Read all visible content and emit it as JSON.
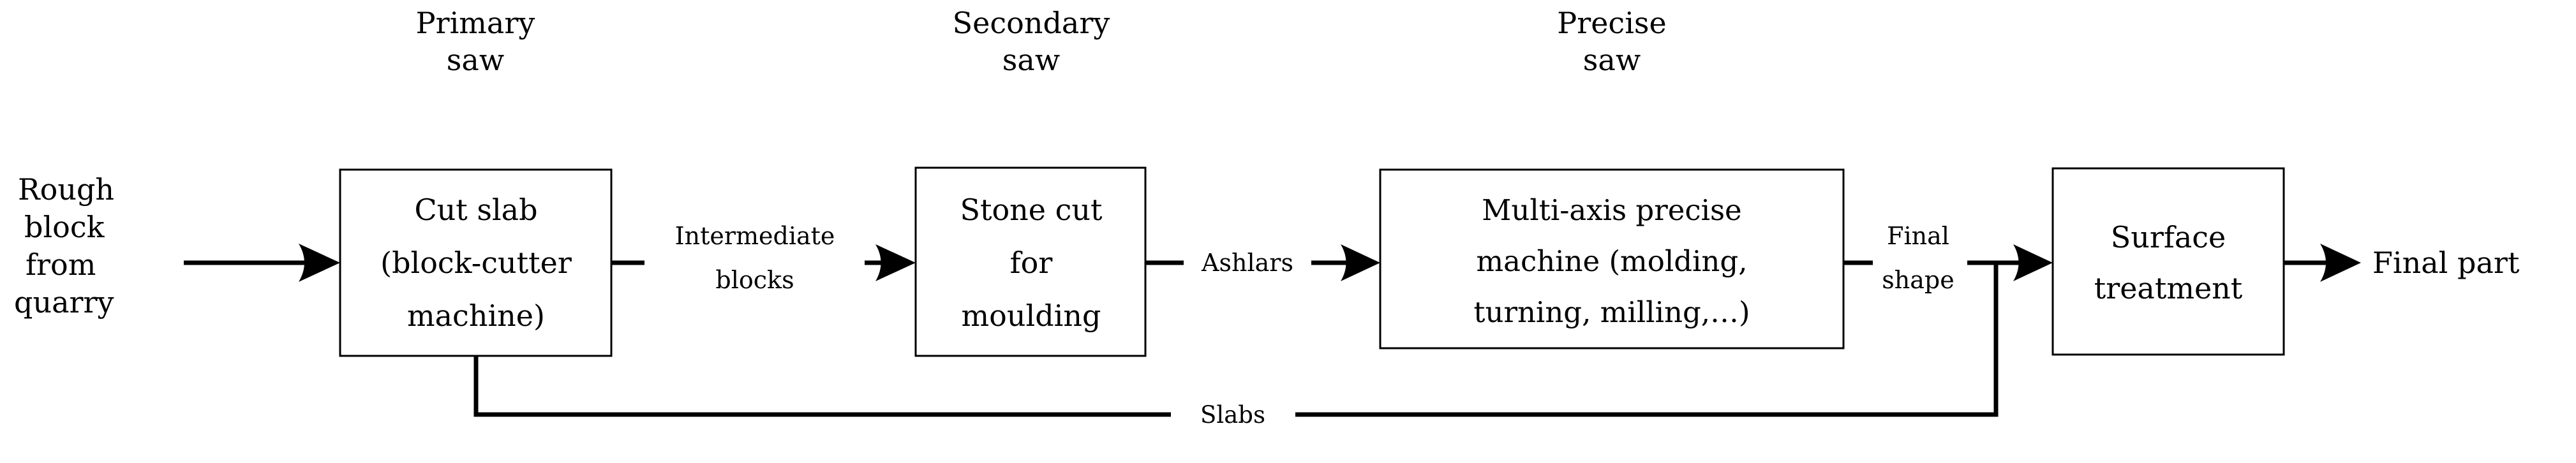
{
  "diagram": {
    "title": "Stone processing chain flowchart",
    "background_color": "#ffffff",
    "line_color": "#000000",
    "stage_headers": [
      {
        "line1": "Primary",
        "line2": "saw"
      },
      {
        "line1": "Secondary",
        "line2": "saw"
      },
      {
        "line1": "Precise",
        "line2": "saw"
      }
    ],
    "input": {
      "lines": [
        "Rough",
        "block",
        "from",
        "quarry"
      ]
    },
    "output": {
      "label": "Final part"
    },
    "nodes": [
      {
        "id": "cut-slab",
        "lines": [
          "Cut slab",
          "(block-cutter",
          "machine)"
        ]
      },
      {
        "id": "stone-cut",
        "lines": [
          "Stone cut",
          "for",
          "moulding"
        ]
      },
      {
        "id": "precise-machine",
        "lines": [
          "Multi-axis precise",
          "machine (molding,",
          "turning, milling,…)"
        ]
      },
      {
        "id": "surface-treatment",
        "lines": [
          "Surface",
          "treatment"
        ]
      }
    ],
    "edges": [
      {
        "id": "edge-intermediate-blocks",
        "from": "cut-slab",
        "to": "stone-cut",
        "lines": [
          "Intermediate",
          "blocks"
        ]
      },
      {
        "id": "edge-ashlars",
        "from": "stone-cut",
        "to": "precise-machine",
        "lines": [
          "Ashlars"
        ]
      },
      {
        "id": "edge-final-shape",
        "from": "precise-machine",
        "to": "surface-treatment",
        "lines": [
          "Final",
          "shape"
        ]
      },
      {
        "id": "edge-slabs",
        "from": "cut-slab",
        "to": "surface-treatment",
        "lines": [
          "Slabs"
        ]
      }
    ]
  }
}
